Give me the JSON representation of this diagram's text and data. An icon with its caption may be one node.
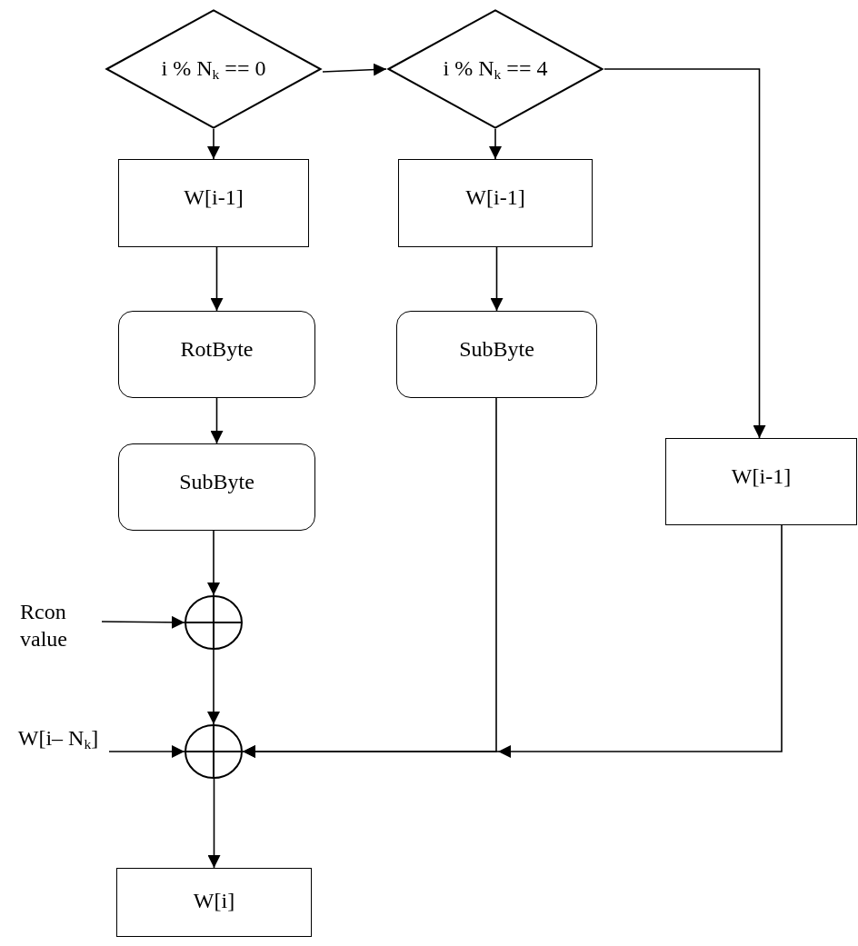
{
  "diagram": {
    "nodes": [
      {
        "text": [
          "i % N$_{k}$ == 0"
        ]
      },
      {
        "text": [
          "i % N$_{k}$ == 4"
        ]
      },
      {
        "text": [
          "W[i-1]"
        ]
      },
      {
        "text": [
          "RotByte"
        ]
      },
      {
        "text": [
          "SubByte"
        ]
      },
      {
        "text": [
          "W[i-1]"
        ]
      },
      {
        "text": [
          "SubByte"
        ]
      },
      {
        "text": [
          "W[i-1]"
        ]
      },
      {
        "text": [
          "Rcon value"
        ]
      },
      {
        "text": [],
        "shape": "circle"
      },
      {
        "text": [
          "W[i– N$_{k}$]"
        ]
      },
      {
        "text": [],
        "shape": "circle"
      },
      {
        "text": [
          "W[i]"
        ]
      }
    ],
    "edges": [
      {
        "from": 0,
        "to": 1,
        "arrow": "to"
      },
      {
        "from": 0,
        "to": 2,
        "arrow": "to"
      },
      {
        "from": 1,
        "to": 5,
        "arrow": "to"
      },
      {
        "from": 1,
        "to": 7,
        "arrow": "to"
      },
      {
        "from": 2,
        "to": 3,
        "arrow": "to"
      },
      {
        "from": 3,
        "to": 4,
        "arrow": "to"
      },
      {
        "from": 5,
        "to": 6,
        "arrow": "to"
      },
      {
        "from": 4,
        "to": 9,
        "arrow": "to"
      },
      {
        "from": 8,
        "to": 9,
        "arrow": "to"
      },
      {
        "from": 9,
        "to": 11,
        "arrow": "to"
      },
      {
        "from": 10,
        "to": 11,
        "arrow": "to"
      },
      {
        "from": 6,
        "to": 11,
        "arrow": "to"
      },
      {
        "from": 7,
        "to": 11,
        "arrow": "to"
      },
      {
        "from": 11,
        "to": 12,
        "arrow": "to"
      }
    ]
  }
}
